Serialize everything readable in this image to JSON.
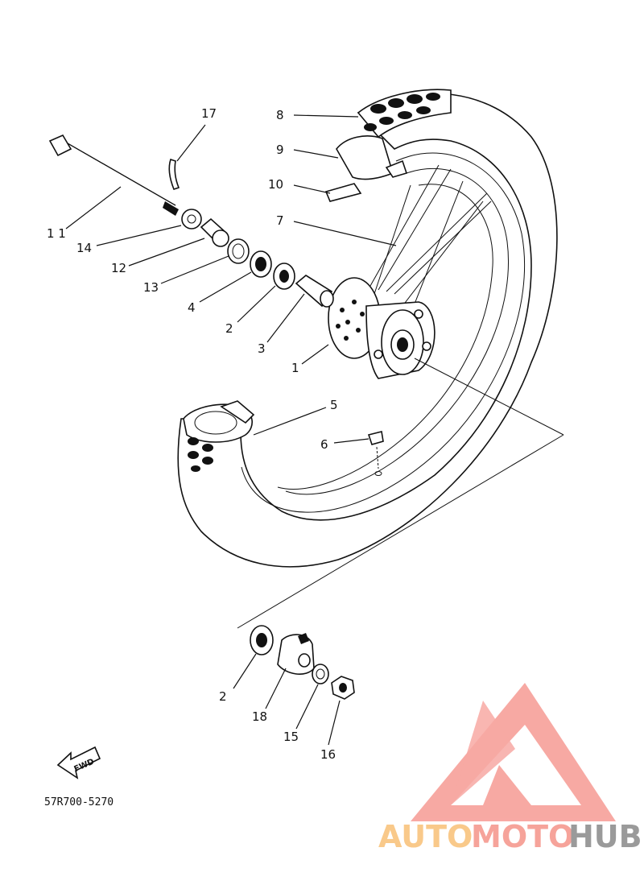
{
  "diagram": {
    "drawing_code": "57R700-5270",
    "fwd_label": "FWD",
    "callouts": {
      "c1": "1",
      "c2a": "2",
      "c3": "3",
      "c4": "4",
      "c5": "5",
      "c6": "6",
      "c7": "7",
      "c8": "8",
      "c9": "9",
      "c10": "10",
      "c11": "1 1",
      "c12": "12",
      "c13": "13",
      "c14": "14",
      "c17": "17",
      "c2b": "2",
      "c18": "18",
      "c15": "15",
      "c16": "16"
    }
  },
  "watermark": {
    "part1": "AUTO",
    "part2": "MOTO",
    "part3": "HUB",
    "colors": {
      "triangle": "#f58b87",
      "auto": "#f9c98a",
      "moto": "#f6a39a",
      "hub": "#9a9a9a"
    }
  }
}
